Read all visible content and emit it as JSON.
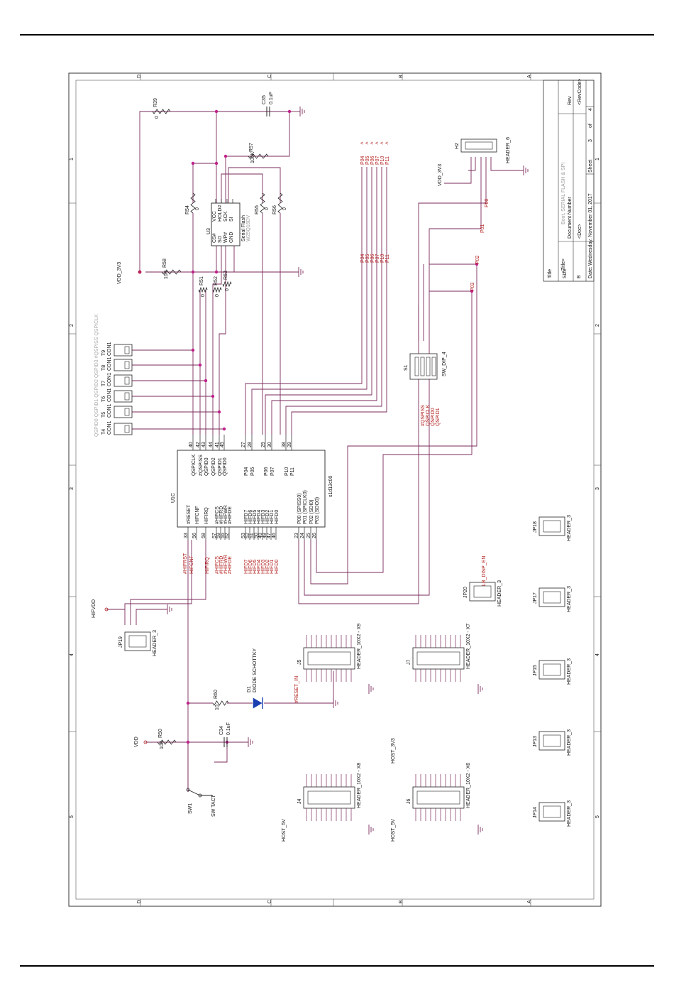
{
  "title_block": {
    "title_label": "Title",
    "title_value": "<Title>",
    "subtitle": "Boot, SERIAL FLASH & SPI",
    "size_label": "Size",
    "size_value": "B",
    "doc_label": "Document Number",
    "doc_value": "<Doc>",
    "rev_label": "Rev",
    "rev_value": "<RevCode>",
    "date_label": "Date:",
    "date_value": "Wednesday, November 01, 2017",
    "sheet_label": "Sheet",
    "sheet_value": "3",
    "of_label": "of",
    "of_value": "4"
  },
  "border": {
    "row_letters": [
      "D",
      "C",
      "B",
      "A"
    ],
    "col_numbers": [
      "1",
      "2",
      "3",
      "4",
      "5"
    ]
  },
  "components": {
    "r39": {
      "ref": "R39",
      "value": "0"
    },
    "c35": {
      "ref": "C35",
      "value": "0.1uF"
    },
    "r57": {
      "ref": "R57",
      "value": "100K"
    },
    "r54": {
      "ref": "R54",
      "value": "0"
    },
    "r55": {
      "ref": "R55",
      "value": "0"
    },
    "r56": {
      "ref": "R56",
      "value": "0"
    },
    "r58": {
      "ref": "R58",
      "value": "10K"
    },
    "r51": {
      "ref": "R51",
      "value": "0"
    },
    "r52": {
      "ref": "R52",
      "value": "0"
    },
    "r53": {
      "ref": "R53",
      "value": "0"
    },
    "u3": {
      "ref": "U3",
      "name": "Serial Flash",
      "part": "W25Q16DV",
      "pins_left": [
        "CS#",
        "SO",
        "WP#",
        "GND"
      ],
      "pins_right": [
        "VCC",
        "HOLD#",
        "SCK",
        "SI"
      ]
    },
    "u1c": {
      "ref": "U1C",
      "part": "s1d13c00",
      "pins_top": [
        "QSPICLK",
        "#QSPISS",
        "QSPID3",
        "QSPID2",
        "QSPID1",
        "QSPID0",
        "P04",
        "P05",
        "P06",
        "P07",
        "P10",
        "P11"
      ],
      "pin_nums_top": [
        "40",
        "42",
        "43",
        "44",
        "41",
        "45",
        "27",
        "28",
        "29",
        "30",
        "38",
        "39"
      ],
      "pins_bottom": [
        "#RESET",
        "HIFCNF",
        "HIFIRQ",
        "#HIFCS",
        "#HIFRD",
        "#HIFWR",
        "#HIFDE",
        "HIFD7",
        "HIFD6",
        "HIFD5",
        "HIFD4",
        "HIFD3",
        "HIFD2",
        "HIFD1",
        "HIFD0",
        "P00 (SPISS0)",
        "P01 (SPICLK0)",
        "P02 (SDI0)",
        "P03 (SDO0)"
      ],
      "pin_nums_bottom": [
        "33",
        "56",
        "58",
        "57",
        "59",
        "55",
        "62",
        "53",
        "52",
        "51",
        "50",
        "49",
        "48",
        "47",
        "46",
        "23",
        "24",
        "25",
        "26"
      ]
    },
    "d1": {
      "ref": "D1",
      "name": "DIODE SCHOTTKY"
    },
    "r60": {
      "ref": "R60",
      "value": "10"
    },
    "r50": {
      "ref": "R50",
      "value": "10K"
    },
    "c34": {
      "ref": "C34",
      "value": "0.1uF"
    },
    "sw1": {
      "ref": "SW1",
      "name": "SW TACT"
    },
    "s1": {
      "ref": "S1",
      "name": "SW_DIP_4"
    },
    "h2": {
      "ref": "H2",
      "name": "HEADER_6"
    }
  },
  "test_points": [
    {
      "ref": "T4",
      "name": "CON1"
    },
    {
      "ref": "T5",
      "name": "CON1"
    },
    {
      "ref": "T6",
      "name": "CON1"
    },
    {
      "ref": "T7",
      "name": "CON1"
    },
    {
      "ref": "T8",
      "name": "CON1"
    },
    {
      "ref": "T9",
      "name": "CON1"
    }
  ],
  "test_point_note": "QSPID0 QSPID1 QSPID2 QSPID3 #QSPISS QSPICLK",
  "headers_3": [
    {
      "ref": "JP19",
      "name": "HEADER_3"
    },
    {
      "ref": "JP20",
      "name": "HEADER_3"
    },
    {
      "ref": "JP18",
      "name": "HEADER_3"
    },
    {
      "ref": "JP17",
      "name": "HEADER_3"
    },
    {
      "ref": "JP15",
      "name": "HEADER_3"
    },
    {
      "ref": "JP13",
      "name": "HEADER_3"
    },
    {
      "ref": "JP14",
      "name": "HEADER_3"
    }
  ],
  "headers_10x2": [
    {
      "ref": "J5",
      "name": "HEADER_10X2 - X9"
    },
    {
      "ref": "J7",
      "name": "HEADER_10X2 - X7"
    },
    {
      "ref": "J4",
      "name": "HEADER_10X2 - X8"
    },
    {
      "ref": "J6",
      "name": "HEADER_10X2 - X6"
    }
  ],
  "nets": {
    "vdd_3v3": "VDD_3V3",
    "vdd": "VDD",
    "hifvdd": "HIFVDD",
    "host_5v": "HOST_5V",
    "host_3v3": "HOST_3V3",
    "qspiclk": "QSPICLK",
    "qspiss": "#QSPISS",
    "qspid0": "QSPID0",
    "qspid1": "QSPID1",
    "qspid2": "QSPID2",
    "qspid3": "QSPID3",
    "hifrst": "#HIFRST",
    "hifcnf": "HIFCNF",
    "hifirq": "HIFIRQ",
    "reset_in": "#RESET_IN",
    "lb_disp_en": "LB_DISP_EN",
    "p00": "P00",
    "p01": "P01",
    "p02": "P02",
    "p03": "P03",
    "p_list": [
      "P04",
      "P05",
      "P06",
      "P07",
      "P10",
      "P11"
    ],
    "hif_list": [
      "#HIFCS",
      "#HIFRD",
      "#HIFWR",
      "#HIFDE",
      "HIFD7",
      "HIFD6",
      "HIFD5",
      "HIFD4",
      "HIFD3",
      "HIFD2",
      "HIFD1",
      "HIFD0"
    ]
  }
}
